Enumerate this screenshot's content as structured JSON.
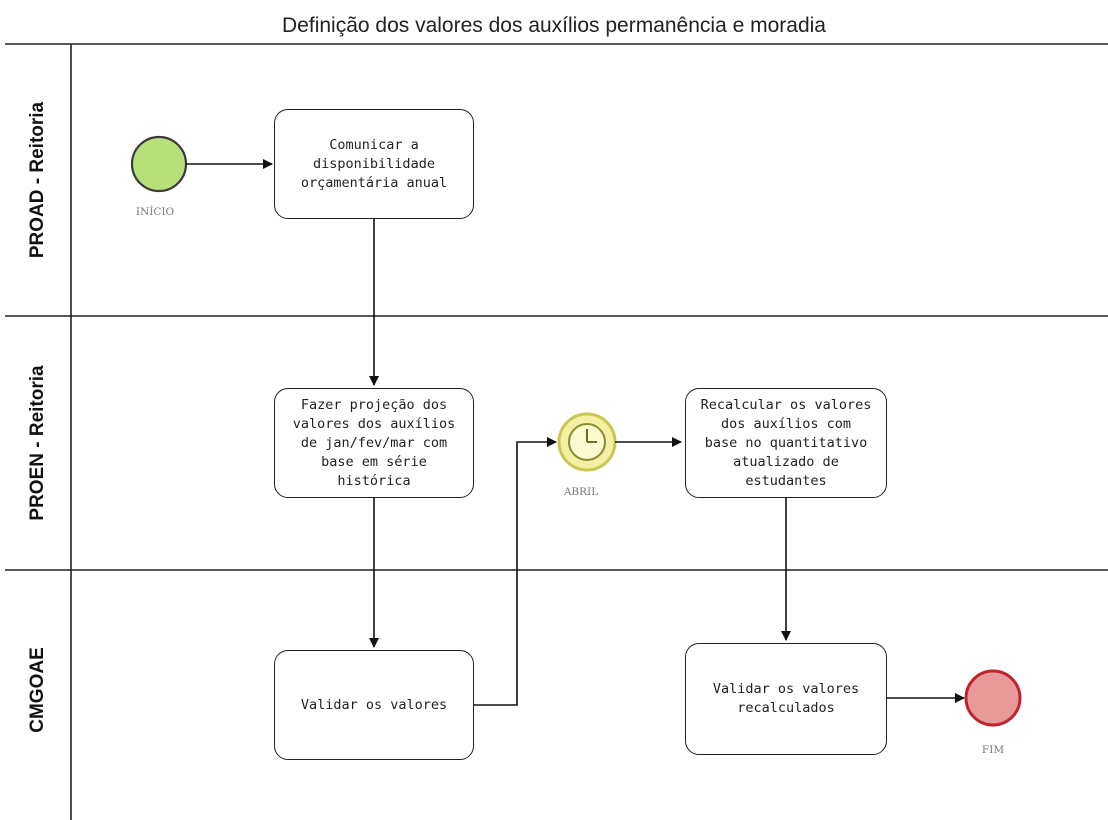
{
  "diagram": {
    "title": "Definição dos valores dos auxílios permanência e moradia",
    "lanes": [
      {
        "id": "proad",
        "label": "PROAD - Reitoria"
      },
      {
        "id": "proen",
        "label": "PROEN - Reitoria"
      },
      {
        "id": "cmgoae",
        "label": "CMGOAE"
      }
    ],
    "events": {
      "start": {
        "label": "INÍCIO",
        "color": "#b7e07a"
      },
      "timer": {
        "label": "ABRIL",
        "color": "#f3f0a6"
      },
      "end": {
        "label": "FIM",
        "color": "#e89a9a"
      }
    },
    "tasks": {
      "comunicar": "Comunicar a\ndisponibilidade\norçamentária anual",
      "projecao": "Fazer projeção dos\nvalores dos auxílios\nde jan/fev/mar com\nbase em série\nhistórica",
      "recalcular": "Recalcular os valores\ndos auxílios com\nbase no quantitativo\natualizado de\nestudantes",
      "validar": "Validar os valores",
      "validar_recalc": "Validar os valores\nrecalculados"
    }
  }
}
